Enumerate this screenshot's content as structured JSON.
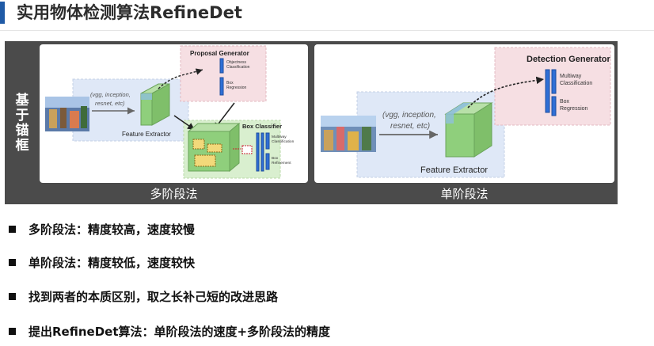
{
  "header": {
    "title": "实用物体检测算法RefineDet"
  },
  "figure": {
    "side_label": "基于锚框",
    "left": {
      "caption": "多阶段法",
      "backbone_text": "(vgg, inception,\nresnet, etc)",
      "feature_extractor": "Feature Extractor",
      "proposal_generator": "Proposal Generator",
      "objectness": "Objectness\nClassification",
      "box_regression": "Box\nRegression",
      "box_classifier": "Box Classifier",
      "multiway": "Multiway\nClassification",
      "box_refinement": "Box\nRefinement"
    },
    "right": {
      "caption": "单阶段法",
      "backbone_text": "(vgg, inception,\nresnet, etc)",
      "feature_extractor": "Feature Extractor",
      "detection_generator": "Detection Generator",
      "multiway": "Multiway\nClassification",
      "box_regression": "Box\nRegression"
    }
  },
  "bullets": [
    "多阶段法：精度较高，速度较慢",
    "单阶段法：精度较低，速度较快",
    "找到两者的本质区别，取之长补己短的改进思路",
    "提出RefineDet算法：单阶段法的速度+多阶段法的精度"
  ],
  "colors": {
    "accent": "#1f5aa6",
    "figure_bg": "#4b4b4b",
    "blue_region": "#dfe8f7",
    "pink_region": "#f6dfe3",
    "green_region": "#d9efcf",
    "cube_green": "#8fcf7c",
    "bar_blue": "#2f6fd6"
  }
}
